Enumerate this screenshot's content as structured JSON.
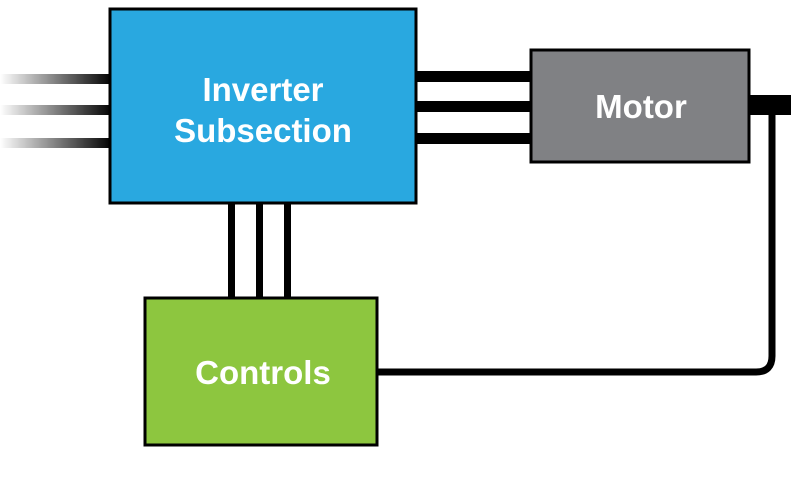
{
  "blocks": {
    "inverter": {
      "label_line1": "Inverter",
      "label_line2": "Subsection",
      "color": "#29a8e0"
    },
    "motor": {
      "label": "Motor",
      "color": "#808184"
    },
    "controls": {
      "label": "Controls",
      "color": "#8dc63f"
    }
  },
  "colors": {
    "wire": "#000000",
    "border": "#000000",
    "background": "#ffffff"
  }
}
